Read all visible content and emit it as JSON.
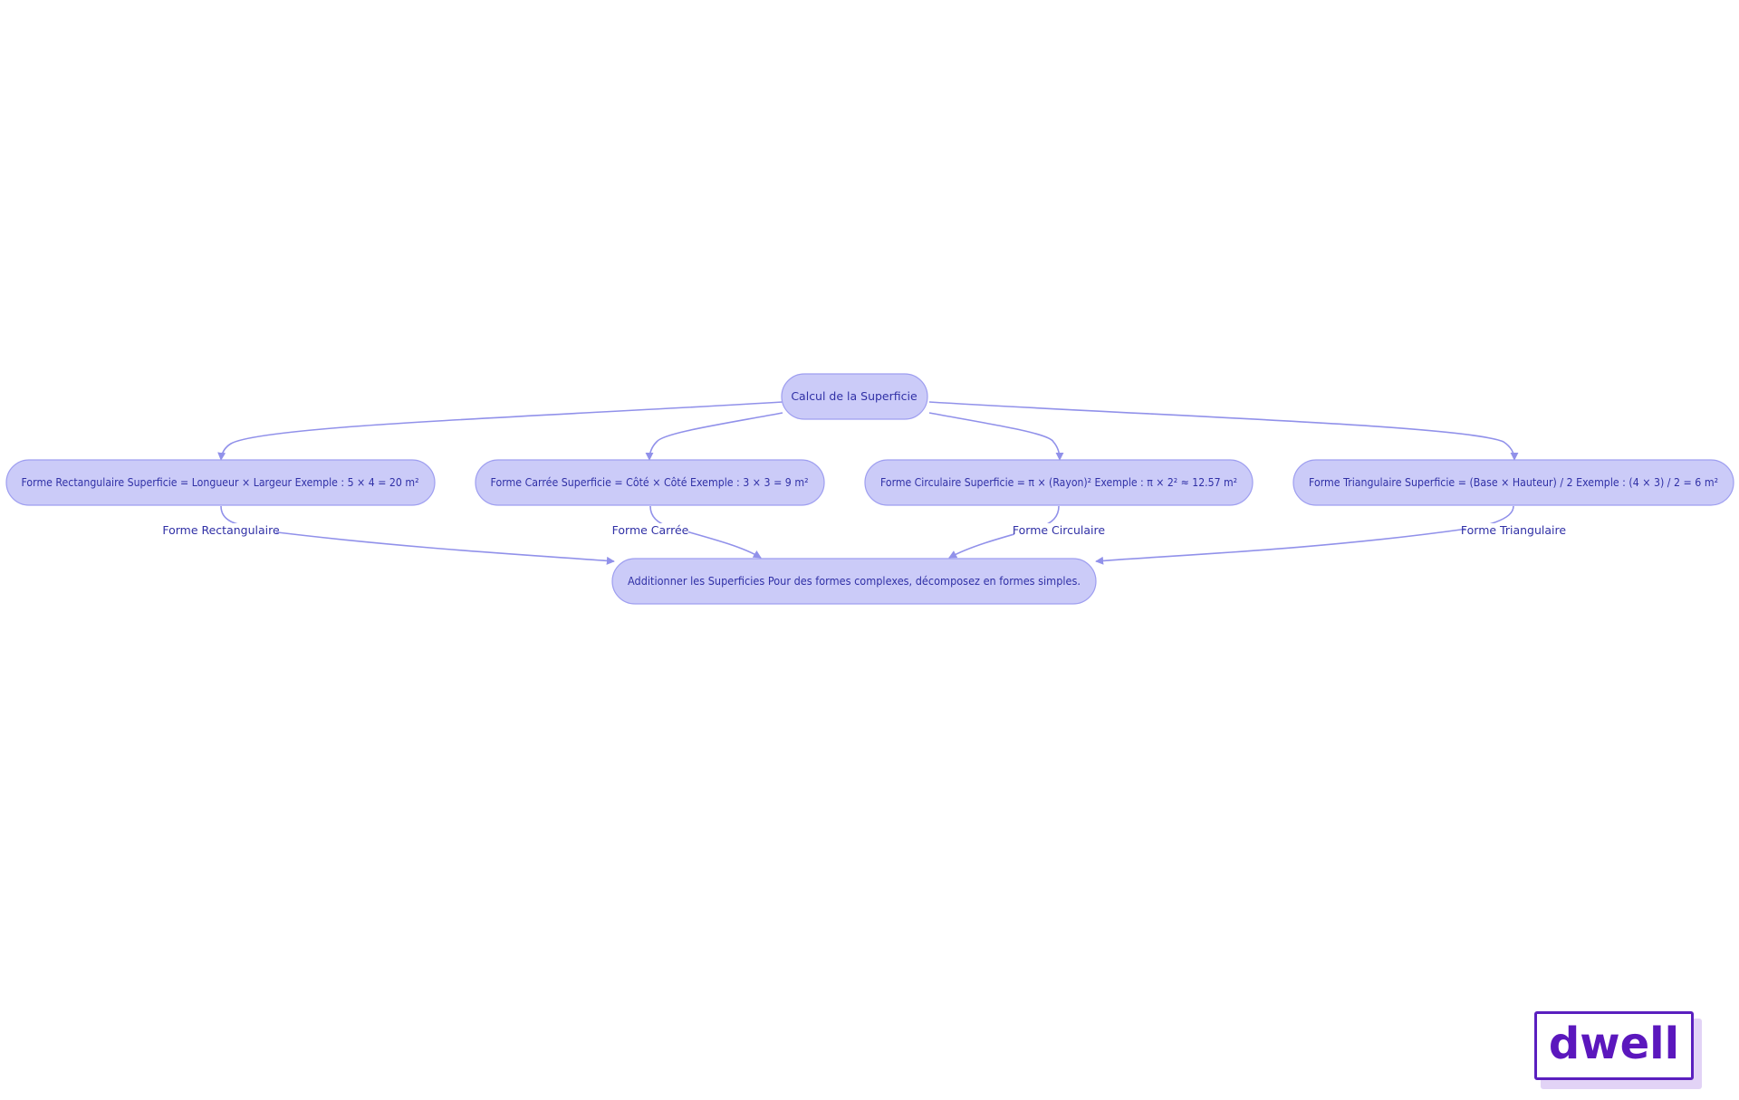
{
  "diagram": {
    "nodes": {
      "root": "Calcul de la Superficie",
      "rect": "Forme Rectangulaire Superficie = Longueur × Largeur Exemple : 5 × 4 = 20 m²",
      "square": "Forme Carrée Superficie = Côté × Côté Exemple : 3 × 3 = 9 m²",
      "circle": "Forme Circulaire Superficie = π × (Rayon)² Exemple : π × 2² ≈ 12.57 m²",
      "triangle": "Forme Triangulaire Superficie = (Base × Hauteur) / 2 Exemple : (4 × 3) / 2 = 6 m²",
      "sum": "Additionner les Superficies Pour des formes complexes, décomposez en formes simples."
    },
    "edge_labels": {
      "rect": "Forme Rectangulaire",
      "square": "Forme Carrée",
      "circle": "Forme Circulaire",
      "triangle": "Forme Triangulaire"
    },
    "colors": {
      "node_fill": "#cbcbf8",
      "node_stroke": "#9e9ef0",
      "edge": "#9191ea",
      "text": "#3030a6"
    }
  },
  "logo": {
    "text": "dwell",
    "color": "#5b17bd"
  }
}
